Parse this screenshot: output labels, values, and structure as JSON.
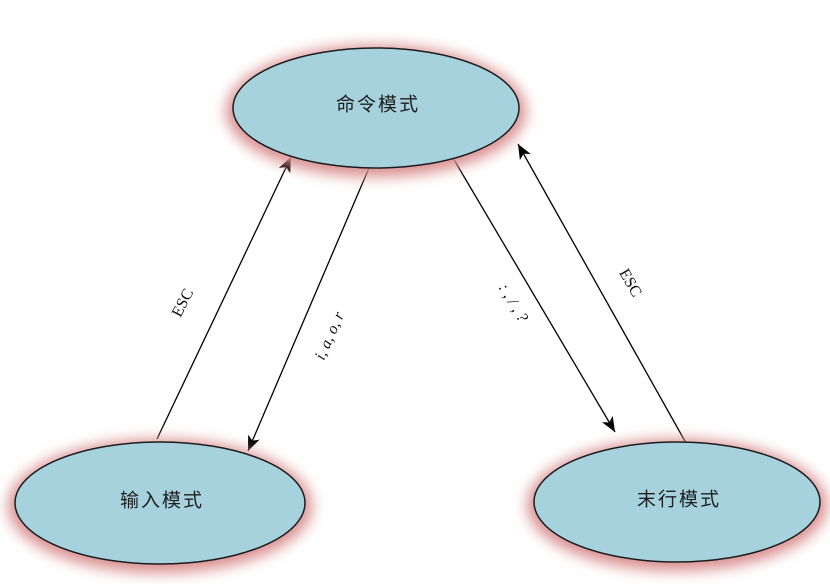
{
  "diagram": {
    "title": "vim-mode-transition-diagram",
    "colors": {
      "background": "#ffffff",
      "node_fill": "#a5d2dc",
      "node_stroke": "#1c1c1c",
      "glow": "#d98f8f",
      "line": "#000000",
      "text": "#1f1f1f"
    },
    "nodes": [
      {
        "id": "command-mode",
        "label": "命令模式"
      },
      {
        "id": "insert-mode",
        "label": "输入模式"
      },
      {
        "id": "lastline-mode",
        "label": "末行模式"
      }
    ],
    "edges": [
      {
        "id": "esc-left",
        "label": "ESC",
        "from": "输入模式",
        "to": "命令模式"
      },
      {
        "id": "insert-keys",
        "label": "i, a, o, r",
        "from": "命令模式",
        "to": "输入模式"
      },
      {
        "id": "lastline-keys",
        "label": ": , / , ?",
        "from": "命令模式",
        "to": "末行模式"
      },
      {
        "id": "esc-right",
        "label": "ESC",
        "from": "末行模式",
        "to": "命令模式"
      }
    ]
  }
}
